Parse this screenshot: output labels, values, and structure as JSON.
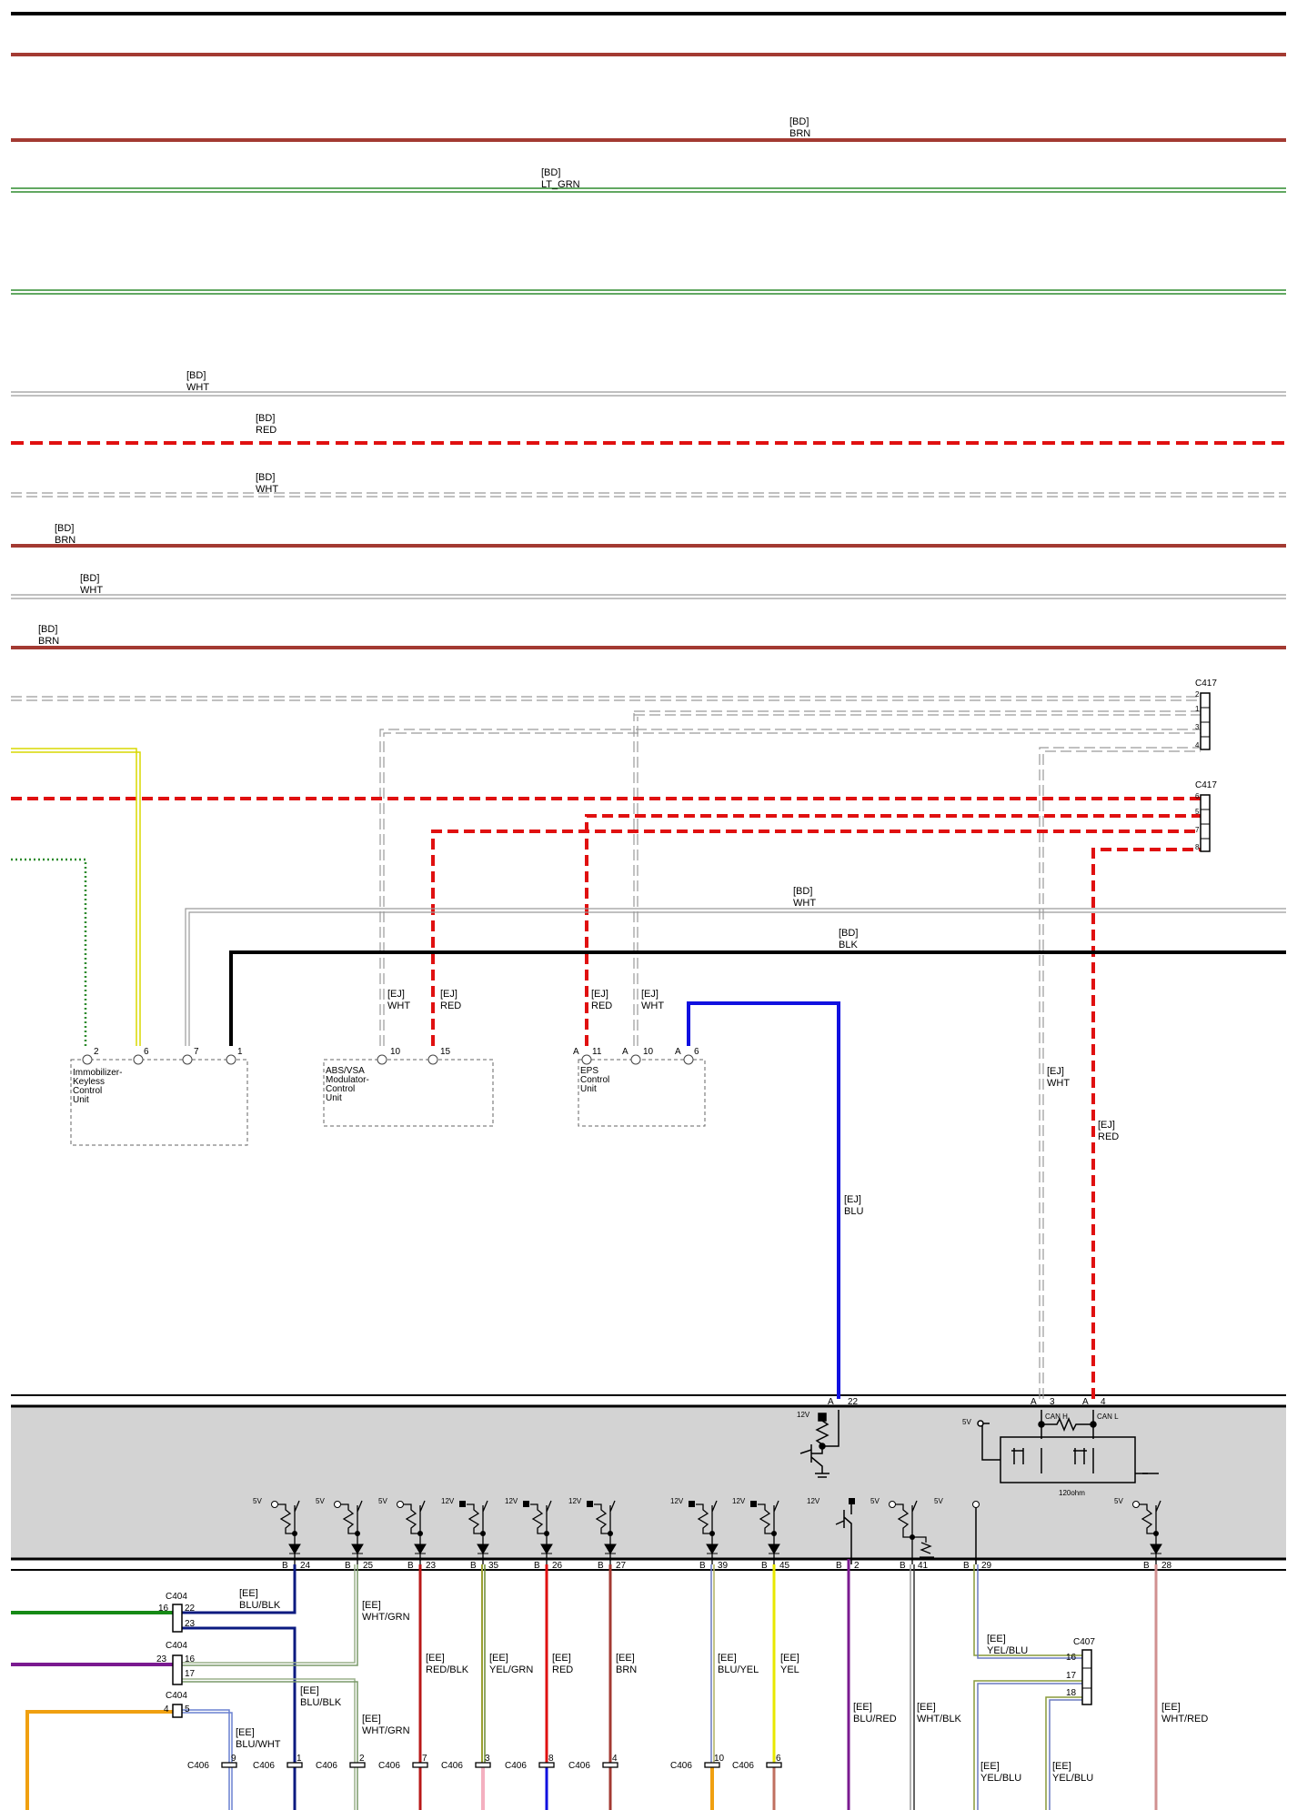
{
  "colors": {
    "BRN": "#a33a32",
    "LT_GRN": "#2e8b2e",
    "WHT": "#9a9a9a",
    "RED": "#e01010",
    "BLK": "#000000",
    "BLU": "#1010e0",
    "YEL": "#e8e800",
    "GRN": "#158a15",
    "NAVY": "#0b1a80",
    "PURPLE": "#7a1a90",
    "ORANGE": "#f0a010",
    "PINK": "#f4b0c0",
    "OLIVE": "#889a3a",
    "panel": "#d3d3d3"
  },
  "top_wire_labels": [
    {
      "tag": "[BD]",
      "color": "BRN"
    },
    {
      "tag": "[BD]",
      "color": "LT_GRN"
    },
    {
      "tag": "[BD]",
      "color": "WHT"
    },
    {
      "tag": "[BD]",
      "color": "RED"
    },
    {
      "tag": "[BD]",
      "color": "WHT"
    },
    {
      "tag": "[BD]",
      "color": "BRN"
    },
    {
      "tag": "[BD]",
      "color": "WHT"
    },
    {
      "tag": "[BD]",
      "color": "BRN"
    }
  ],
  "connectors": {
    "c417_top": {
      "name": "C417",
      "pins": [
        "2",
        "1",
        "3",
        "4"
      ]
    },
    "c417_bottom": {
      "name": "C417",
      "pins": [
        "6",
        "5",
        "7",
        "8"
      ]
    }
  },
  "mid_wire_labels": [
    {
      "tag": "[BD]",
      "color": "WHT"
    },
    {
      "tag": "[BD]",
      "color": "BLK"
    }
  ],
  "units": [
    {
      "lines": [
        "Immobilizer-",
        "Keyless",
        "Control",
        "Unit"
      ],
      "pins": [
        "2",
        "6",
        "7",
        "1"
      ]
    },
    {
      "lines": [
        "ABS/VSA",
        "Modulator-",
        "Control",
        "Unit"
      ],
      "pins": [
        "10",
        "15"
      ]
    },
    {
      "lines": [
        "EPS",
        "Control",
        "Unit"
      ],
      "pins": [
        "A",
        "11",
        "A",
        "10",
        "A",
        "6"
      ]
    }
  ],
  "ej_wires": [
    {
      "tag": "[EJ]",
      "color": "WHT"
    },
    {
      "tag": "[EJ]",
      "color": "RED"
    },
    {
      "tag": "[EJ]",
      "color": "RED"
    },
    {
      "tag": "[EJ]",
      "color": "WHT"
    },
    {
      "tag": "[EJ]",
      "color": "BLU"
    },
    {
      "tag": "[EJ]",
      "color": "WHT"
    },
    {
      "tag": "[EJ]",
      "color": "RED"
    }
  ],
  "meter_upper": {
    "pins": [
      "A",
      "22",
      "A",
      "3",
      "A",
      "4"
    ],
    "v12": "12V",
    "v5": "5V",
    "can_h": "CAN H",
    "can_l": "CAN L",
    "resistor": "120ohm"
  },
  "meter_lower": {
    "supplies": [
      "5V",
      "5V",
      "5V",
      "12V",
      "12V",
      "12V",
      "12V",
      "12V",
      "12V",
      "5V",
      "5V",
      "5V"
    ],
    "row_b": "B",
    "pins": [
      "24",
      "25",
      "23",
      "35",
      "26",
      "27",
      "39",
      "45",
      "2",
      "41",
      "29",
      "28"
    ]
  },
  "ee_wires": [
    {
      "tag": "[EE]",
      "color": "BLU/BLK"
    },
    {
      "tag": "[EE]",
      "color": "WHT/GRN"
    },
    {
      "tag": "[EE]",
      "color": "BLU/BLK"
    },
    {
      "tag": "[EE]",
      "color": "WHT/GRN"
    },
    {
      "tag": "[EE]",
      "color": "BLU/WHT"
    },
    {
      "tag": "[EE]",
      "color": "RED/BLK"
    },
    {
      "tag": "[EE]",
      "color": "YEL/GRN"
    },
    {
      "tag": "[EE]",
      "color": "RED"
    },
    {
      "tag": "[EE]",
      "color": "BRN"
    },
    {
      "tag": "[EE]",
      "color": "BLU/YEL"
    },
    {
      "tag": "[EE]",
      "color": "YEL"
    },
    {
      "tag": "[EE]",
      "color": "BLU/RED"
    },
    {
      "tag": "[EE]",
      "color": "WHT/BLK"
    },
    {
      "tag": "[EE]",
      "color": "YEL/BLU"
    },
    {
      "tag": "[EE]",
      "color": "YEL/BLU"
    },
    {
      "tag": "[EE]",
      "color": "YEL/BLU"
    },
    {
      "tag": "[EE]",
      "color": "WHT/RED"
    }
  ],
  "c404": [
    {
      "name": "C404",
      "left": "16",
      "right": "22",
      "right2": "23"
    },
    {
      "name": "C404",
      "left": "23",
      "right": "16",
      "right2": "17"
    },
    {
      "name": "C404",
      "left": "4",
      "right": "5"
    }
  ],
  "c407": {
    "name": "C407",
    "pins": [
      "16",
      "17",
      "18"
    ]
  },
  "c406": {
    "name": "C406",
    "pins": [
      "9",
      "1",
      "2",
      "7",
      "3",
      "8",
      "4",
      "10",
      "6"
    ]
  }
}
